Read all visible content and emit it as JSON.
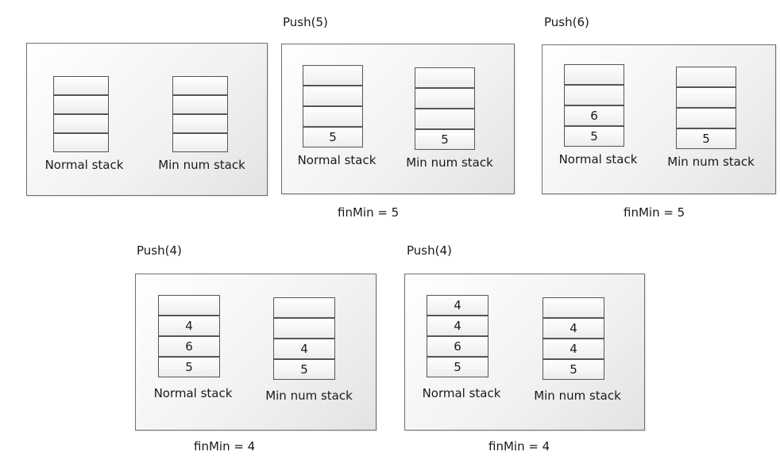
{
  "labels": {
    "normal_stack": "Normal stack",
    "min_stack": "Min num stack"
  },
  "steps": [
    {
      "op": "",
      "normal": [
        "",
        "",
        "",
        ""
      ],
      "min": [
        "",
        "",
        "",
        ""
      ],
      "finmin": ""
    },
    {
      "op": "Push(5)",
      "normal": [
        "",
        "",
        "",
        "5"
      ],
      "min": [
        "",
        "",
        "",
        "5"
      ],
      "finmin": "finMin = 5"
    },
    {
      "op": "Push(6)",
      "normal": [
        "",
        "",
        "6",
        "5"
      ],
      "min": [
        "",
        "",
        "",
        "5"
      ],
      "finmin": "finMin = 5"
    },
    {
      "op": "Push(4)",
      "normal": [
        "",
        "4",
        "6",
        "5"
      ],
      "min": [
        "",
        "",
        "4",
        "5"
      ],
      "finmin": "finMin = 4"
    },
    {
      "op": "Push(4)",
      "normal": [
        "4",
        "4",
        "6",
        "5"
      ],
      "min": [
        "",
        "4",
        "4",
        "5"
      ],
      "finmin": "finMin = 4"
    }
  ]
}
